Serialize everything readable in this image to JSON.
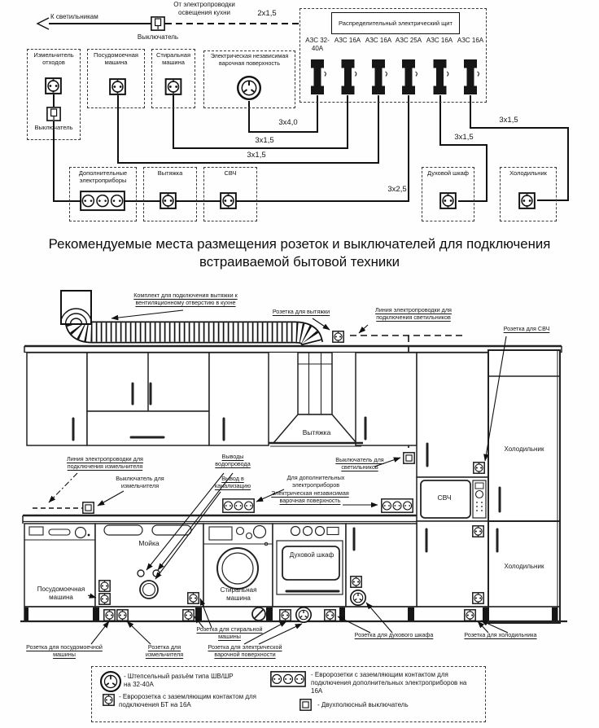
{
  "schematic": {
    "to_lights": "К светильникам",
    "from_kitchen_wiring": "От электропроводки освещения кухни",
    "switch": "Выключатель",
    "cable_lighting": "2x1,5",
    "panel": {
      "title": "Распределительный электрический щит",
      "breakers": [
        "АЗС 32-40А",
        "АЗС 16А",
        "АЗС 16А",
        "АЗС 25А",
        "АЗС 16А",
        "АЗС 16А"
      ]
    },
    "appliance_boxes": [
      "Измельчитель отходов",
      "Посудомоечная машина",
      "Стиральная машина",
      "Электрическая независимая варочная поверхность"
    ],
    "shredder_switch": "Выключатель",
    "cables": [
      "3x4,0",
      "3x1,5",
      "3x1,5",
      "3x2,5",
      "3x1,5",
      "3x1,5"
    ],
    "outlet_boxes": [
      "Дополнительные электроприборы",
      "Вытяжка",
      "СВЧ",
      "Духовой шкаф",
      "Холодильник"
    ]
  },
  "title": "Рекомендуемые места размещения розеток и выключателей для подключения встраиваемой бытовой техники",
  "elevation": {
    "annotations": {
      "duct_kit": "Комплект для подключения вытяжки к вентиляционному отверстию в кухне",
      "hood_socket": "Розетка для вытяжки",
      "lights_line": "Линия электропроводки для подключения светильников",
      "microwave_socket": "Розетка для СВЧ",
      "shredder_line": "Линия электропроводки для подключения измельчителя",
      "shredder_switch": "Выключатель для измельчителя",
      "water_outlets": "Выводы водопровода",
      "sewer_outlet": "Вывод в канализацию",
      "lights_switch": "Выключатель для светильников",
      "additional_appliances": "Для дополнительных электроприборов",
      "cooktop": "Электрическая независимая варочная поверхность",
      "dishwasher_socket": "Розетка для посудомоечной машины",
      "shredder_socket": "Розетка для измельчителя",
      "washer_socket": "Розетка для стиральной машины",
      "cooktop_socket": "Розетка для электрической варочной поверхности",
      "oven_socket": "Розетка для духового шкафа",
      "fridge_socket": "Розетка для холодильника"
    },
    "appliances": {
      "hood": "Вытяжка",
      "fridge_upper": "Холодильник",
      "fridge_lower": "Холодильник",
      "microwave": "СВЧ",
      "sink": "Мойка",
      "dishwasher": "Посудомоечная машина",
      "washer": "Стиральная машина",
      "oven": "Духовой шкаф"
    }
  },
  "legend": {
    "items": [
      "- Штепсельный разъём типа ШВ/ШР на 32-40А",
      "- Евророзетка с заземляющим контактом для подключения БТ на 16А",
      "- Евророзетки с заземляющим контактом для подключения дополнительных электроприборов на 16А",
      "- Двухполюсный выключатель"
    ]
  },
  "colors": {
    "ink": "#1a1a1a",
    "paper": "#ffffff"
  }
}
